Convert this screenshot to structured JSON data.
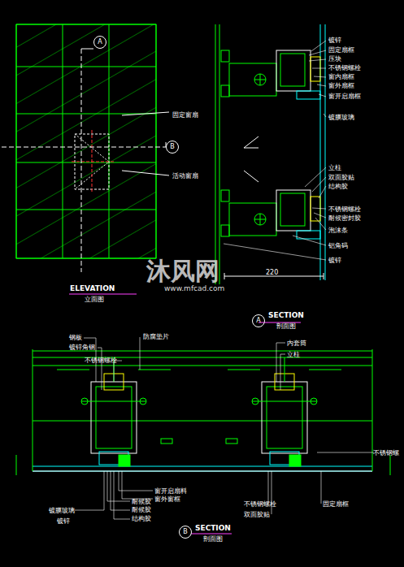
{
  "diagram": {
    "nodes": [
      {
        "text": [
          "A"
        ]
      },
      {
        "text": [
          "B"
        ]
      },
      {
        "text": [
          "A"
        ]
      },
      {
        "text": [
          "B"
        ]
      }
    ],
    "labels": [
      "固定窗扇",
      "活动窗扇",
      "ELEVATION",
      "立面图",
      "镀锌",
      "固定扇框",
      "压块",
      "不锈钢螺栓",
      "窗内扇框",
      "窗外扇框",
      "窗开启扇框",
      "镀膜玻璃",
      "立柱",
      "双面胶贴",
      "结构胶",
      "不锈钢螺栓",
      "耐候密封胶",
      "泡沫条",
      "铝角码",
      "镀锌",
      "220",
      "SECTION",
      "剖面图",
      "钢板",
      "镀锌角钢",
      "不锈钢螺栓",
      "防腐垫片",
      "镀膜玻璃",
      "镀锌",
      "耐候胶",
      "耐候胶",
      "结构胶",
      "窗开启扇料",
      "窗外窗框",
      "内套筒",
      "立柱",
      "不锈钢螺",
      "不锈钢螺栓",
      "双面胶贴",
      "固定扇框",
      "SECTION",
      "剖面图",
      "沐风网",
      "www.mfcad.com"
    ]
  }
}
